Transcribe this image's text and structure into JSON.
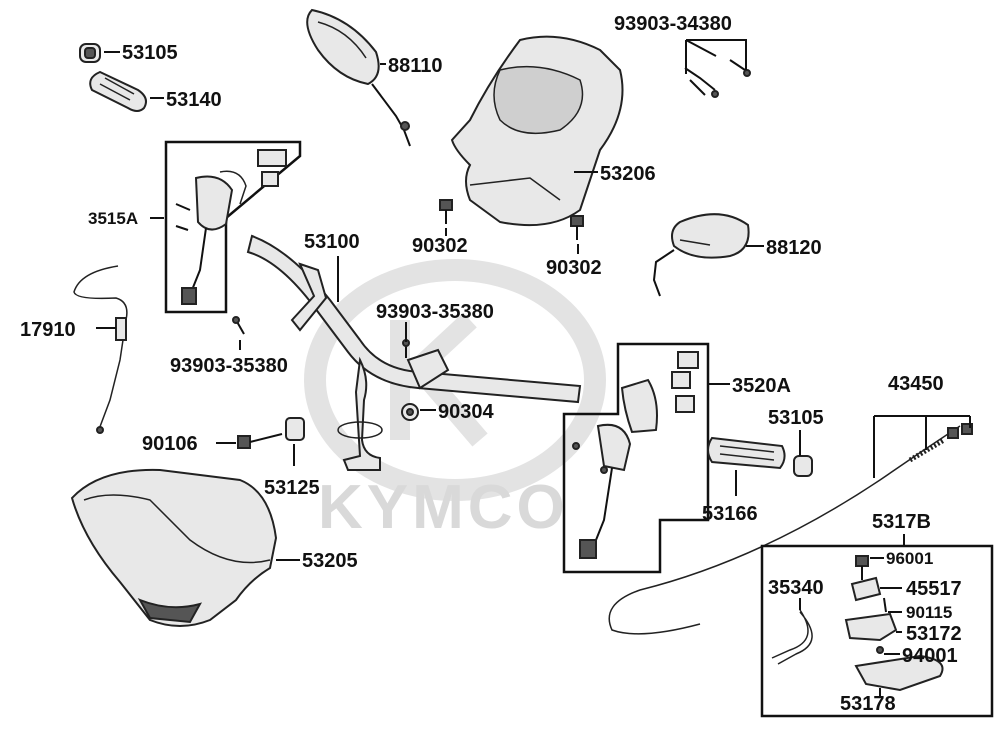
{
  "watermark": "KYMCO",
  "labels": {
    "p53105_top": "53105",
    "p53140": "53140",
    "p88110": "88110",
    "p93903_34380": "93903-34380",
    "p3515A": "3515A",
    "p53206": "53206",
    "p90302_a": "90302",
    "p90302_b": "90302",
    "p88120": "88120",
    "p53100": "53100",
    "p17910": "17910",
    "p93903_35380_a": "93903-35380",
    "p93903_35380_b": "93903-35380",
    "p3520A": "3520A",
    "p43450": "43450",
    "p90304": "90304",
    "p53105_right": "53105",
    "p90106": "90106",
    "p53125": "53125",
    "p53166": "53166",
    "p5317B": "5317B",
    "p96001": "96001",
    "p45517": "45517",
    "p35340": "35340",
    "p90115": "90115",
    "p53172": "53172",
    "p94001": "94001",
    "p53205": "53205",
    "p53178": "53178"
  }
}
